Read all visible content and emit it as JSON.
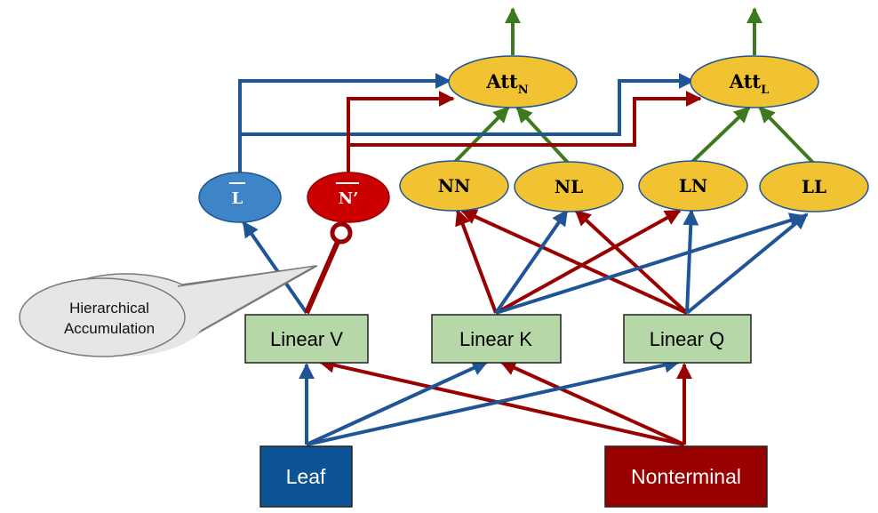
{
  "nodes": {
    "att_n": {
      "main": "Att",
      "sub": "N"
    },
    "att_l": {
      "main": "Att",
      "sub": "L"
    },
    "l_bar": "L",
    "n_bar": "N’",
    "nn": "NN",
    "nl": "NL",
    "ln": "LN",
    "ll": "LL",
    "linear_v": "Linear V",
    "linear_k": "Linear K",
    "linear_q": "Linear Q",
    "leaf": "Leaf",
    "nonterminal": "Nonterminal"
  },
  "callout": {
    "line1": "Hierarchical",
    "line2": "Accumulation"
  },
  "colors": {
    "blue_arrow": "#1f5597",
    "red_arrow": "#990000",
    "green_arrow": "#3d7a1e",
    "att_fill": "#f1c232",
    "l_bar_fill": "#3d85c6",
    "n_bar_fill": "#cc0000",
    "linear_fill": "#b6d7a8",
    "leaf_fill": "#0b5394",
    "nonterminal_fill": "#990000",
    "callout_fill": "#e6e6e6"
  }
}
